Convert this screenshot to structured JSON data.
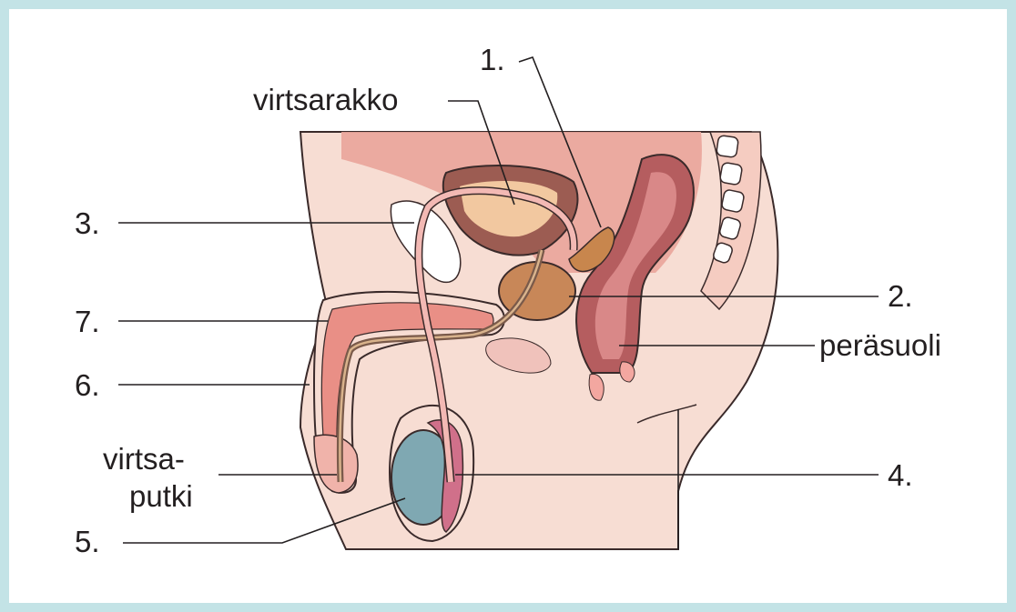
{
  "labels": {
    "num1": "1.",
    "num2": "2.",
    "num3": "3.",
    "num4": "4.",
    "num5": "5.",
    "num6": "6.",
    "num7": "7.",
    "bladder": "virtsarakko",
    "rectum": "peräsuoli",
    "urethra_line1": "virtsa-",
    "urethra_line2": "putki"
  },
  "colors": {
    "background": "#c3e3e6",
    "canvas": "#ffffff",
    "skin": "#f7ddd3",
    "tissue_pink": "#f0b3aa",
    "organ_brown": "#9c5c52",
    "prostate": "#c88758",
    "bladder_fill": "#f2c8a0",
    "testis": "#7fa8b2",
    "epididymis": "#d0708a",
    "erectile": "#e98f86",
    "rectum_fill": "#b55d5f",
    "vertebrae": "#ffffff",
    "leader_line": "#231f20"
  }
}
